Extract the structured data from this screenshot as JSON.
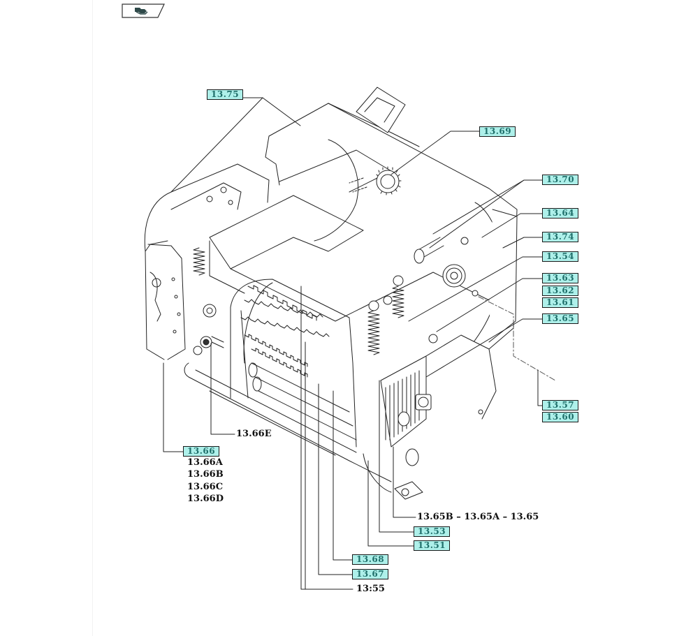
{
  "header": {
    "nav_icon": "back-to-index-icon"
  },
  "diagram": {
    "subject": "Exploded assembly view of machine chassis with rollers, springs and drive"
  },
  "callouts_linked": [
    {
      "id": "c1375",
      "label": "13.75"
    },
    {
      "id": "c1369",
      "label": "13.69"
    },
    {
      "id": "c1370",
      "label": "13.70"
    },
    {
      "id": "c1364",
      "label": "13.64"
    },
    {
      "id": "c1374",
      "label": "13.74"
    },
    {
      "id": "c1354",
      "label": "13.54"
    },
    {
      "id": "c1363",
      "label": "13.63"
    },
    {
      "id": "c1362",
      "label": "13.62"
    },
    {
      "id": "c1361",
      "label": "13.61"
    },
    {
      "id": "c1365",
      "label": "13.65"
    },
    {
      "id": "c1357",
      "label": "13.57"
    },
    {
      "id": "c1360",
      "label": "13.60"
    },
    {
      "id": "c1366",
      "label": "13.66"
    },
    {
      "id": "c1353",
      "label": "13.53"
    },
    {
      "id": "c1351",
      "label": "13.51"
    },
    {
      "id": "c1368",
      "label": "13.68"
    },
    {
      "id": "c1367",
      "label": "13.67"
    }
  ],
  "callouts_plain": [
    {
      "id": "p1366E",
      "label": "13.66E"
    },
    {
      "id": "p1366A",
      "label": "13.66A"
    },
    {
      "id": "p1366B",
      "label": "13.66B"
    },
    {
      "id": "p1366C",
      "label": "13.66C"
    },
    {
      "id": "p1366D",
      "label": "13.66D"
    },
    {
      "id": "p1365",
      "label": "13.65B – 13.65A – 13.65"
    },
    {
      "id": "p1355",
      "label": "13:55"
    }
  ]
}
